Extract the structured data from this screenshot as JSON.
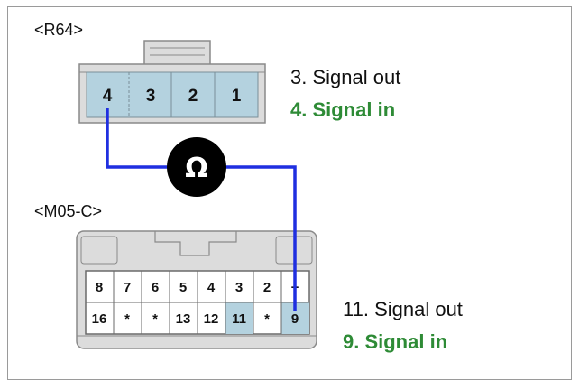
{
  "r64": {
    "label": "<R64>",
    "pins": [
      "4",
      "3",
      "2",
      "1"
    ],
    "highlight_pin": "4",
    "desc_out": "3. Signal out",
    "desc_in": "4. Signal in"
  },
  "meter": {
    "symbol": "Ω",
    "icon": "ohmmeter-icon"
  },
  "m05c": {
    "label": "<M05-C>",
    "top_row": [
      "8",
      "7",
      "6",
      "5",
      "4",
      "3",
      "2",
      "+"
    ],
    "bottom_row": [
      "16",
      "*",
      "*",
      "13",
      "12",
      "11",
      "*",
      "9"
    ],
    "highlight_pins": [
      "11",
      "9"
    ],
    "desc_out": "11. Signal out",
    "desc_in": "9. Signal in"
  },
  "colors": {
    "connector_fill": "#dcdcdc",
    "connector_stroke": "#8a8a8a",
    "pin_highlight": "#b4d2df",
    "wire": "#1f2fe0",
    "meter": "#000000",
    "green_text": "#2e8b36"
  }
}
